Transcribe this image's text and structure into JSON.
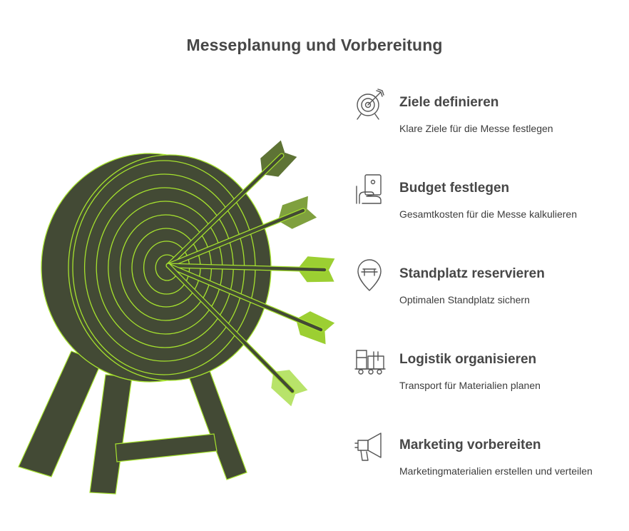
{
  "title": "Messeplanung und Vorbereitung",
  "colors": {
    "target_fill": "#434a35",
    "ring_stroke": "#a6e22e",
    "arrow_dark": "#5e7335",
    "arrow_mid": "#7fa03e",
    "arrow_light": "#9ccf32",
    "arrow_pale": "#b8e36a"
  },
  "steps": [
    {
      "heading": "Ziele definieren",
      "description": "Klare Ziele für die Messe festlegen",
      "icon": "target-icon"
    },
    {
      "heading": "Budget festlegen",
      "description": "Gesamtkosten für die Messe kalkulieren",
      "icon": "budget-cash-icon"
    },
    {
      "heading": "Standplatz reservieren",
      "description": "Optimalen Standplatz sichern",
      "icon": "location-pin-icon"
    },
    {
      "heading": "Logistik organisieren",
      "description": "Transport für Materialien planen",
      "icon": "truck-forklift-icon"
    },
    {
      "heading": "Marketing vorbereiten",
      "description": "Marketingmaterialien erstellen und verteilen",
      "icon": "megaphone-icon"
    }
  ]
}
